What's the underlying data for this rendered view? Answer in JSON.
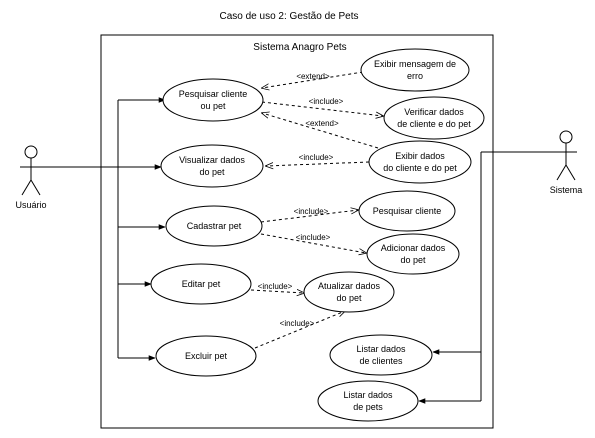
{
  "diagram": {
    "title": "Caso de uso 2: Gestão de Pets",
    "system_title": "Sistema Anagro Pets",
    "actors": {
      "usuario": "Usuário",
      "sistema": "Sistema"
    },
    "use_cases": {
      "pesquisar_cliente_pet": [
        "Pesquisar cliente",
        "ou pet"
      ],
      "exibir_mensagem_erro": [
        "Exibir mensagem de",
        "erro"
      ],
      "verificar_dados": [
        "Verificar dados",
        "de cliente e do pet"
      ],
      "visualizar_dados_pet": [
        "Visualizar dados",
        "do pet"
      ],
      "exibir_dados": [
        "Exibir dados",
        "do cliente e do pet"
      ],
      "cadastrar_pet": [
        "Cadastrar pet"
      ],
      "pesquisar_cliente": [
        "Pesquisar cliente"
      ],
      "adicionar_dados_pet": [
        "Adicionar dados",
        "do pet"
      ],
      "editar_pet": [
        "Editar pet"
      ],
      "atualizar_dados_pet": [
        "Atualizar dados",
        "do pet"
      ],
      "excluir_pet": [
        "Excluir pet"
      ],
      "listar_dados_clientes": [
        "Listar dados",
        "de  clientes"
      ],
      "listar_dados_pets": [
        "Listar dados",
        "de pets"
      ]
    },
    "relations": {
      "extend": "<extend>",
      "include": "<include>"
    }
  }
}
